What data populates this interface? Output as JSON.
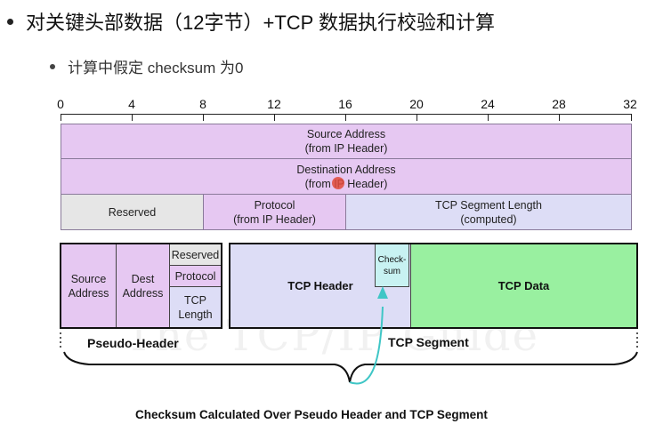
{
  "bullets": {
    "main": "对关键头部数据（12字节）+TCP 数据执行校验和计算",
    "sub": "计算中假定 checksum 为0"
  },
  "ruler": {
    "ticks": [
      "0",
      "4",
      "8",
      "12",
      "16",
      "20",
      "24",
      "28",
      "32"
    ]
  },
  "pseudo_header_fields": {
    "source_address": "Source Address\n(from IP Header)",
    "destination_address": "Destination Address\n(from IP Header)",
    "reserved": "Reserved",
    "protocol": "Protocol\n(from IP Header)",
    "tcp_segment_length": "TCP Segment Length\n(computed)"
  },
  "lower_diagram": {
    "source_address": "Source\nAddress",
    "dest_address": "Dest\nAddress",
    "reserved": "Reserved",
    "protocol": "Protocol",
    "tcp_length": "TCP\nLength",
    "tcp_header": "TCP Header",
    "checksum": "Check-\nsum",
    "tcp_data": "TCP Data",
    "pseudo_header_label": "Pseudo-Header",
    "tcp_segment_label": "TCP Segment"
  },
  "caption": "Checksum Calculated Over Pseudo Header and TCP Segment",
  "watermark": "The TCP/IP Guide",
  "colors": {
    "purple": "#e6c8f2",
    "grey": "#e6e6e6",
    "lavender": "#ddddf6",
    "tcp_data_green": "#99f0a0",
    "checksum_cyan": "#c8f2f2",
    "arrow_teal": "#3fc6c6",
    "pointer_red": "#e04a3a"
  }
}
